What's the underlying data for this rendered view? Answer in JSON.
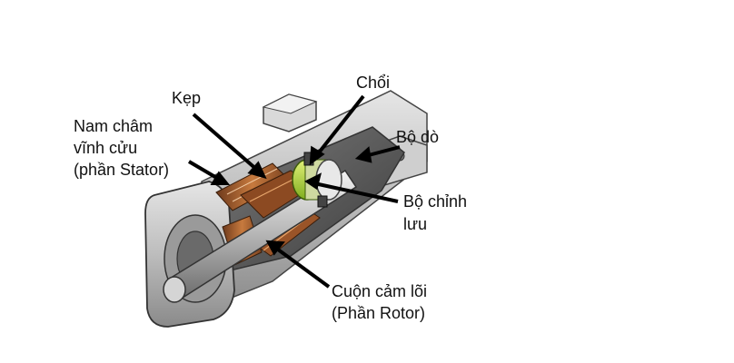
{
  "labels": {
    "kep": "Kẹp",
    "nam_cham": [
      "Nam châm",
      "vĩnh cửu",
      "(phần Stator)"
    ],
    "choi": "Chổi",
    "bo_do": "Bộ dò",
    "bo_chinh_luu": [
      "Bộ chỉnh",
      "lưu"
    ],
    "cuon_cam": [
      "Cuộn cảm lõi",
      "(Phần Rotor)"
    ]
  }
}
